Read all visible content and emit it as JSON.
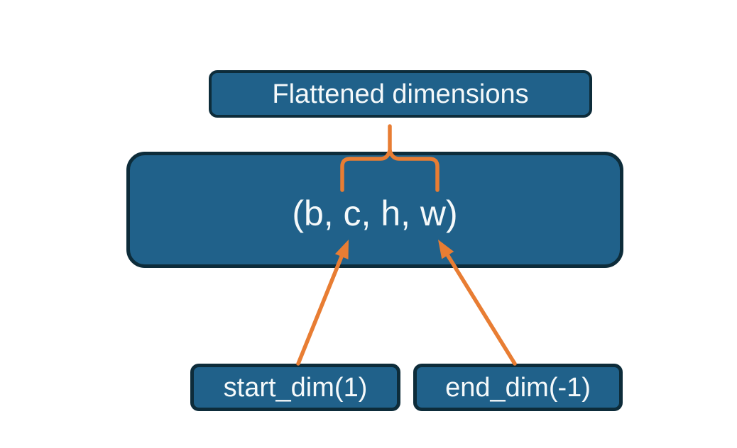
{
  "diagram": {
    "title": "Flatten dimensions diagram",
    "top_box": {
      "label": "Flattened dimensions"
    },
    "main_box": {
      "label": "(b, c, h, w)"
    },
    "bottom_left_box": {
      "label": "start_dim(1)"
    },
    "bottom_right_box": {
      "label": "end_dim(-1)"
    },
    "connectors": [
      {
        "name": "brace",
        "description": "orange curly brace over c..w linking to Flattened dimensions box"
      },
      {
        "name": "start-dim-arrow",
        "description": "orange arrow from start_dim(1) box pointing to c"
      },
      {
        "name": "end-dim-arrow",
        "description": "orange arrow from end_dim(-1) box pointing to w"
      }
    ]
  },
  "colors": {
    "box_fill": "#20618A",
    "box_border": "#0D2C3A",
    "connector_orange": "#E87D33",
    "label_text": "#F5F9FA",
    "background": "#FFFFFF"
  }
}
